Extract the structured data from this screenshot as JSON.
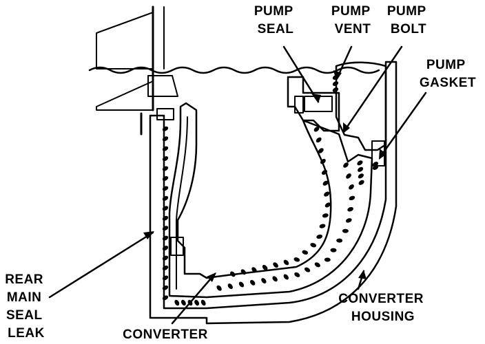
{
  "labels": {
    "pump_seal": [
      "PUMP",
      "SEAL"
    ],
    "pump_vent": [
      "PUMP",
      "VENT"
    ],
    "pump_bolt": [
      "PUMP",
      "BOLT"
    ],
    "pump_gasket": [
      "PUMP",
      "GASKET"
    ],
    "rear_main_seal_leak": [
      "REAR",
      "MAIN",
      "SEAL",
      "LEAK"
    ],
    "converter_housing": [
      "CONVERTER",
      "HOUSING"
    ],
    "converter": [
      "CONVERTER"
    ]
  },
  "colors": {
    "ink": "#000000",
    "paper": "#ffffff",
    "stipple": "#bdbdbd",
    "dark_stipple": "#6e6e6e"
  }
}
